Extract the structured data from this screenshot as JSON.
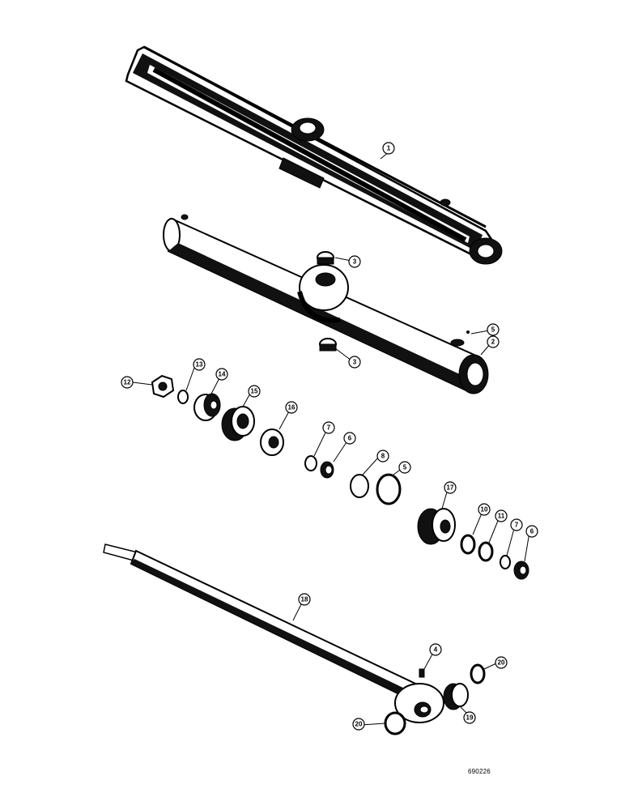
{
  "callouts": [
    {
      "id": "c1",
      "label": "1"
    },
    {
      "id": "c3a",
      "label": "3"
    },
    {
      "id": "c3b",
      "label": "3"
    },
    {
      "id": "c5a",
      "label": "5"
    },
    {
      "id": "c2",
      "label": "2"
    },
    {
      "id": "c12",
      "label": "12"
    },
    {
      "id": "c13",
      "label": "13"
    },
    {
      "id": "c14",
      "label": "14"
    },
    {
      "id": "c15",
      "label": "15"
    },
    {
      "id": "c16",
      "label": "16"
    },
    {
      "id": "c7a",
      "label": "7"
    },
    {
      "id": "c6a",
      "label": "6"
    },
    {
      "id": "c8",
      "label": "8"
    },
    {
      "id": "c5b",
      "label": "5"
    },
    {
      "id": "c17",
      "label": "17"
    },
    {
      "id": "c10",
      "label": "10"
    },
    {
      "id": "c11",
      "label": "11"
    },
    {
      "id": "c7b",
      "label": "7"
    },
    {
      "id": "c6b",
      "label": "6"
    },
    {
      "id": "c18",
      "label": "18"
    },
    {
      "id": "c4",
      "label": "4"
    },
    {
      "id": "c20a",
      "label": "20"
    },
    {
      "id": "c19",
      "label": "19"
    },
    {
      "id": "c20b",
      "label": "20"
    }
  ],
  "figure_number": "690226"
}
